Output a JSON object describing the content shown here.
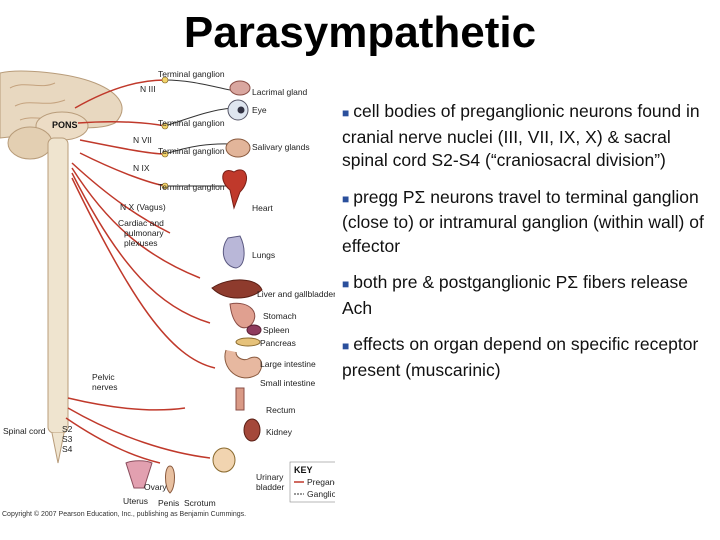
{
  "title": "Parasympathetic",
  "bullets": [
    "cell bodies of preganglionic neurons found in cranial nerve nuclei (III, VII, IX, X) & sacral spinal cord S2-S4 (“craniosacral division”)",
    "pregg PΣ neurons travel to terminal ganglion (close to) or intramural ganglion (within wall) of effector",
    "both pre & postganglionic PΣ fibers release Ach",
    "effects on organ depend on specific receptor present (muscarinic)"
  ],
  "figure": {
    "labels": {
      "pons": "PONS",
      "n3": "N III",
      "n7": "N VII",
      "n9": "N IX",
      "n10": "N X (Vagus)",
      "cardiac": [
        "Cardiac and",
        "pulmonary",
        "plexuses"
      ],
      "pelvic": [
        "Pelvic",
        "nerves"
      ],
      "spinal_cord": "Spinal cord",
      "s2": "S2",
      "s3": "S3",
      "s4": "S4",
      "tg1": "Terminal ganglion",
      "tg2": "Terminal ganglion",
      "tg3": "Terminal ganglion",
      "tg4": "Terminal ganglion",
      "lacrimal": "Lacrimal gland",
      "eye": "Eye",
      "salivary": "Salivary glands",
      "heart": "Heart",
      "lungs": "Lungs",
      "liver": "Liver and gallbladder",
      "stomach": "Stomach",
      "spleen": "Spleen",
      "pancreas": "Pancreas",
      "large_int": "Large intestine",
      "small_int": "Small intestine",
      "rectum": "Rectum",
      "kidney": "Kidney",
      "ovary": "Ovary",
      "uterus": "Uterus",
      "penis": "Penis",
      "scrotum": "Scrotum",
      "bladder": [
        "Urinary",
        "bladder"
      ]
    },
    "key": {
      "title": "KEY",
      "pre": "Preganglionic neurons",
      "post": "Ganglionic neurons"
    },
    "colors": {
      "preganglionic": "#c0392b",
      "ganglionic": "#333333",
      "nerve": "#e7dcc2",
      "brain": "#e8d8c0"
    }
  },
  "copyright": "Copyright © 2007 Pearson Education, Inc., publishing as Benjamin Cummings."
}
